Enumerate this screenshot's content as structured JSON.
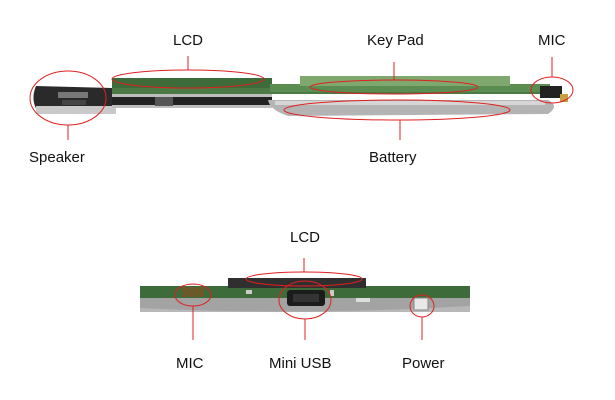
{
  "figure": {
    "top_view": {
      "labels": {
        "lcd": "LCD",
        "key_pad": "Key Pad",
        "mic": "MIC",
        "speaker": "Speaker",
        "battery": "Battery"
      }
    },
    "bottom_view": {
      "labels": {
        "lcd": "LCD",
        "mic": "MIC",
        "mini_usb": "Mini USB",
        "power": "Power"
      }
    }
  },
  "colors": {
    "annotation": "#e02020",
    "pcb": "#3e6b3a",
    "metal": "#b8b8b8",
    "dark": "#1c1c1c"
  }
}
